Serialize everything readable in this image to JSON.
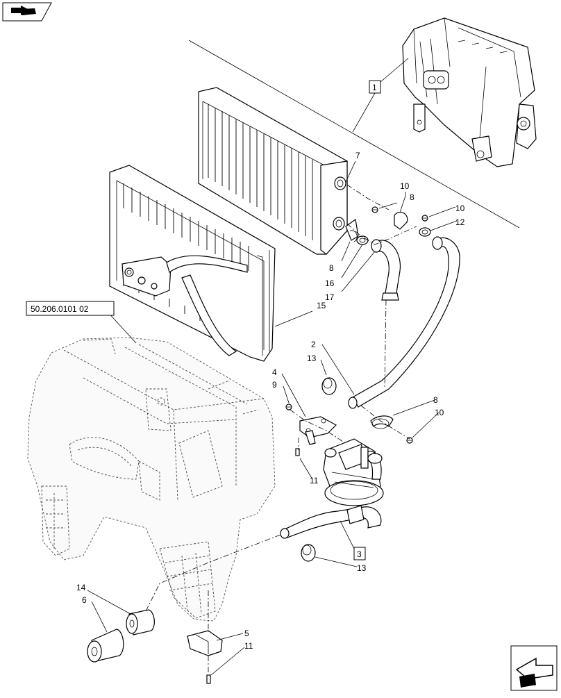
{
  "reference_box": "50.206.0101 02",
  "callouts": {
    "c1": "1",
    "c2": "2",
    "c3": "3",
    "c4": "4",
    "c5": "5",
    "c6": "6",
    "c7": "7",
    "c8a": "8",
    "c8b": "8",
    "c8c": "8",
    "c9": "9",
    "c10a": "10",
    "c10b": "10",
    "c10c": "10",
    "c11a": "11",
    "c11b": "11",
    "c12": "12",
    "c13a": "13",
    "c13b": "13",
    "c14": "14",
    "c15": "15",
    "c16": "16",
    "c17": "17"
  },
  "icons": {
    "top_left": "book-pointer-icon",
    "bottom_right": "next-page-arrow-icon"
  }
}
